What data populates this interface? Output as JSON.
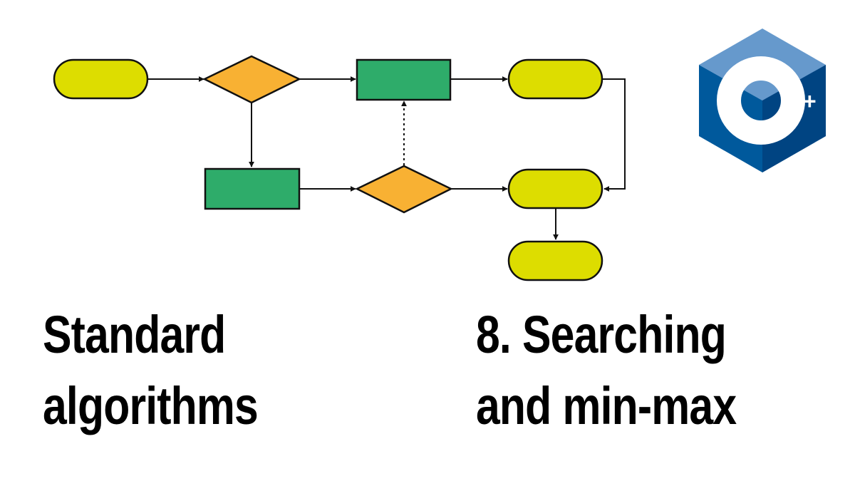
{
  "colors": {
    "terminal": "#dddd00",
    "decision": "#f8b133",
    "process": "#2eac6a",
    "stroke": "#111111",
    "logo_light": "#6699cc",
    "logo_dark": "#00599c",
    "logo_mid": "#004482"
  },
  "logo": {
    "icon": "cpp-hexagon-logo",
    "mark": "++"
  },
  "title_left": {
    "line1": "Standard",
    "line2": "algorithms"
  },
  "title_right": {
    "line1": "8. Searching",
    "line2": "and min-max"
  }
}
